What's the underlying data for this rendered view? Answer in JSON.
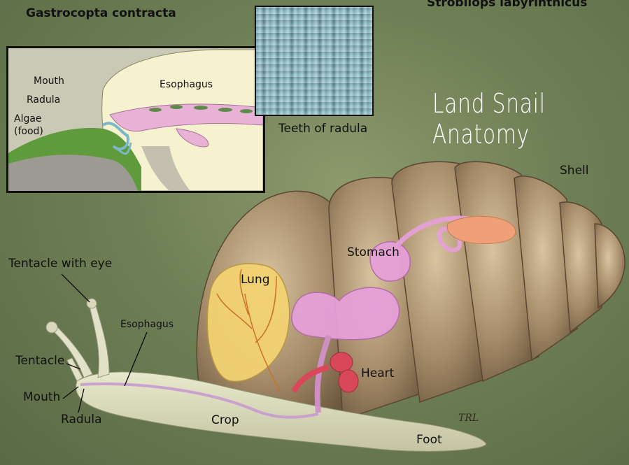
{
  "title": "Land Snail Anatomy",
  "species_left": "Gastrocopta contracta",
  "species_right": "Strobilops labyrinthicus",
  "inset": {
    "labels": {
      "mouth": "Mouth",
      "radula": "Radula",
      "algae_line1": "Algae",
      "algae_line2": "(food)",
      "esophagus": "Esophagus"
    }
  },
  "teeth_caption": "Teeth of radula",
  "main_labels": {
    "shell": "Shell",
    "stomach": "Stomach",
    "lung": "Lung",
    "tentacle_with_eye": "Tentacle with eye",
    "esophagus": "Esophagus",
    "tentacle": "Tentacle",
    "mouth": "Mouth",
    "radula": "Radula",
    "heart": "Heart",
    "crop": "Crop",
    "foot": "Foot"
  },
  "signature": "TRL",
  "colors": {
    "background": "#6f7f55",
    "shell": "#a48a68",
    "body": "#dcdcc0",
    "lung": "#f2d272",
    "stomach": "#e6a0d8",
    "heart": "#d8485a",
    "digestive_gland": "#f0a078"
  }
}
